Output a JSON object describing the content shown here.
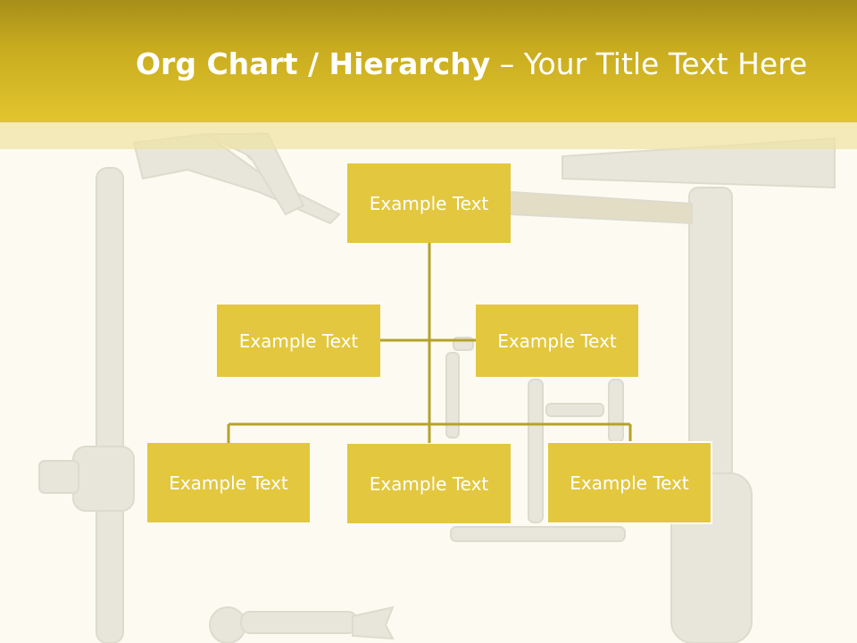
{
  "slide": {
    "title_strong": "Org Chart / Hierarchy",
    "title_separator": "–",
    "title_rest": "Your Title Text Here"
  },
  "org_chart": {
    "root": {
      "label": "Example Text"
    },
    "assistants": [
      {
        "label": "Example Text"
      },
      {
        "label": "Example Text"
      }
    ],
    "subordinates": [
      {
        "label": "Example Text"
      },
      {
        "label": "Example Text"
      },
      {
        "label": "Example Text"
      }
    ]
  },
  "colors": {
    "header": "#d9bb2a",
    "box_fill": "#e3c73e",
    "connector": "#b5a22c",
    "background": "#fdfbf1"
  },
  "background_image": "tools (socket wrench, pliers, hammer, screwdriver bits, wrench)"
}
